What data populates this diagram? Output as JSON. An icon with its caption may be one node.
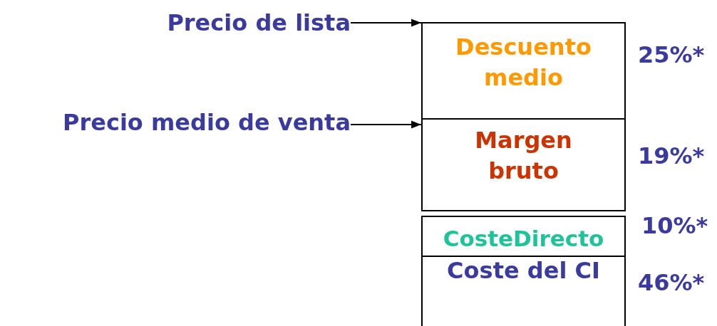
{
  "diagram": {
    "nodes": [
      {
        "text": [
          "Precio de lista"
        ]
      },
      {
        "text": [
          "Precio medio de venta"
        ]
      },
      {
        "text": [
          "Descuento medio"
        ],
        "beside": [
          "25%*"
        ]
      },
      {
        "text": [
          "Margen bruto"
        ],
        "beside": [
          "19%*"
        ]
      },
      {
        "text": [
          "CosteDirecto"
        ],
        "beside": [
          "10%*"
        ]
      },
      {
        "text": [
          "Coste del CI"
        ],
        "beside": [
          "46%*"
        ]
      }
    ],
    "edges": [
      {
        "from": 0,
        "to": 2,
        "arrow": "to"
      },
      {
        "from": 1,
        "to": 3,
        "arrow": "to"
      }
    ]
  }
}
